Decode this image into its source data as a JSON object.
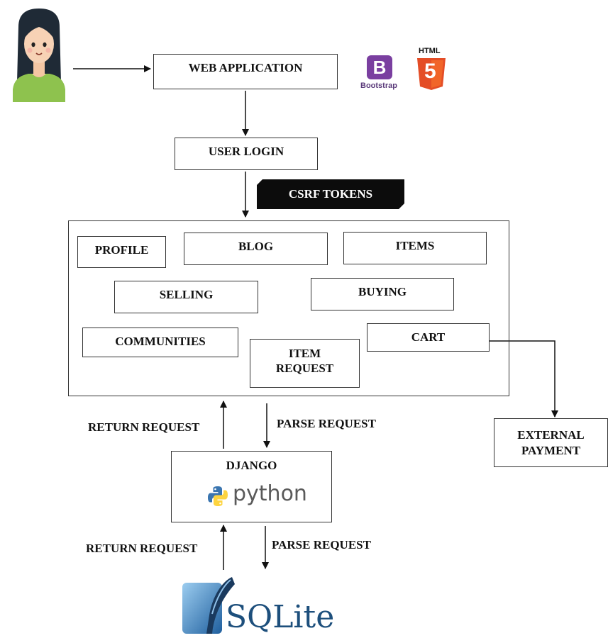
{
  "nodes": {
    "web_application": "WEB APPLICATION",
    "user_login": "USER LOGIN",
    "csrf_tokens": "CSRF TOKENS",
    "profile": "PROFILE",
    "blog": "BLOG",
    "items": "ITEMS",
    "selling": "SELLING",
    "buying": "BUYING",
    "communities": "COMMUNITIES",
    "cart": "CART",
    "item_request": "ITEM\nREQUEST",
    "external_payment": "EXTERNAL\nPAYMENT",
    "django": "DJANGO"
  },
  "edges": {
    "return_request_1": "RETURN REQUEST",
    "parse_request_1": "PARSE REQUEST",
    "return_request_2": "RETURN REQUEST",
    "parse_request_2": "PARSE REQUEST"
  },
  "logos": {
    "bootstrap_letter": "B",
    "bootstrap_text": "Bootstrap",
    "html_text": "HTML",
    "html_number": "5",
    "python_text": "python",
    "sqlite_text": "SQLite"
  },
  "icons": [
    "user-avatar",
    "bootstrap-logo",
    "html5-logo",
    "python-logo",
    "sqlite-logo"
  ]
}
